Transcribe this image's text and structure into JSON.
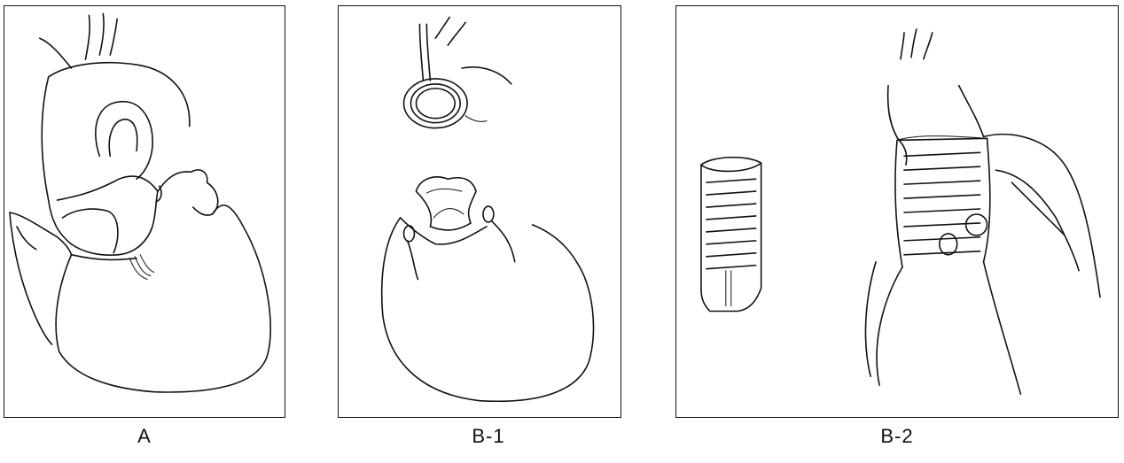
{
  "panels": [
    {
      "id": "a",
      "label": "A"
    },
    {
      "id": "b1",
      "label": "B-1"
    },
    {
      "id": "b2",
      "label": "B-2"
    }
  ]
}
